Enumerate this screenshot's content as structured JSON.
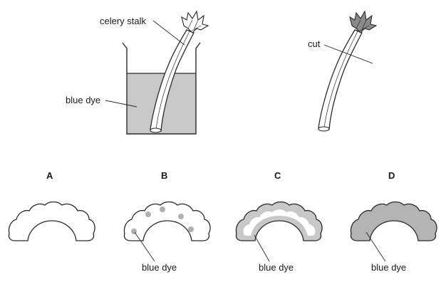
{
  "labels": {
    "celery_stalk": "celery stalk",
    "blue_dye_beaker": "blue dye",
    "cut": "cut"
  },
  "options": [
    {
      "letter": "A",
      "dye_label": ""
    },
    {
      "letter": "B",
      "dye_label": "blue dye"
    },
    {
      "letter": "C",
      "dye_label": "blue dye"
    },
    {
      "letter": "D",
      "dye_label": "blue dye"
    }
  ],
  "colors": {
    "dye": "#c8c8c8",
    "dye_dark": "#b0b0b0",
    "line": "#2a2a2a",
    "leaf_dark": "#555555"
  }
}
